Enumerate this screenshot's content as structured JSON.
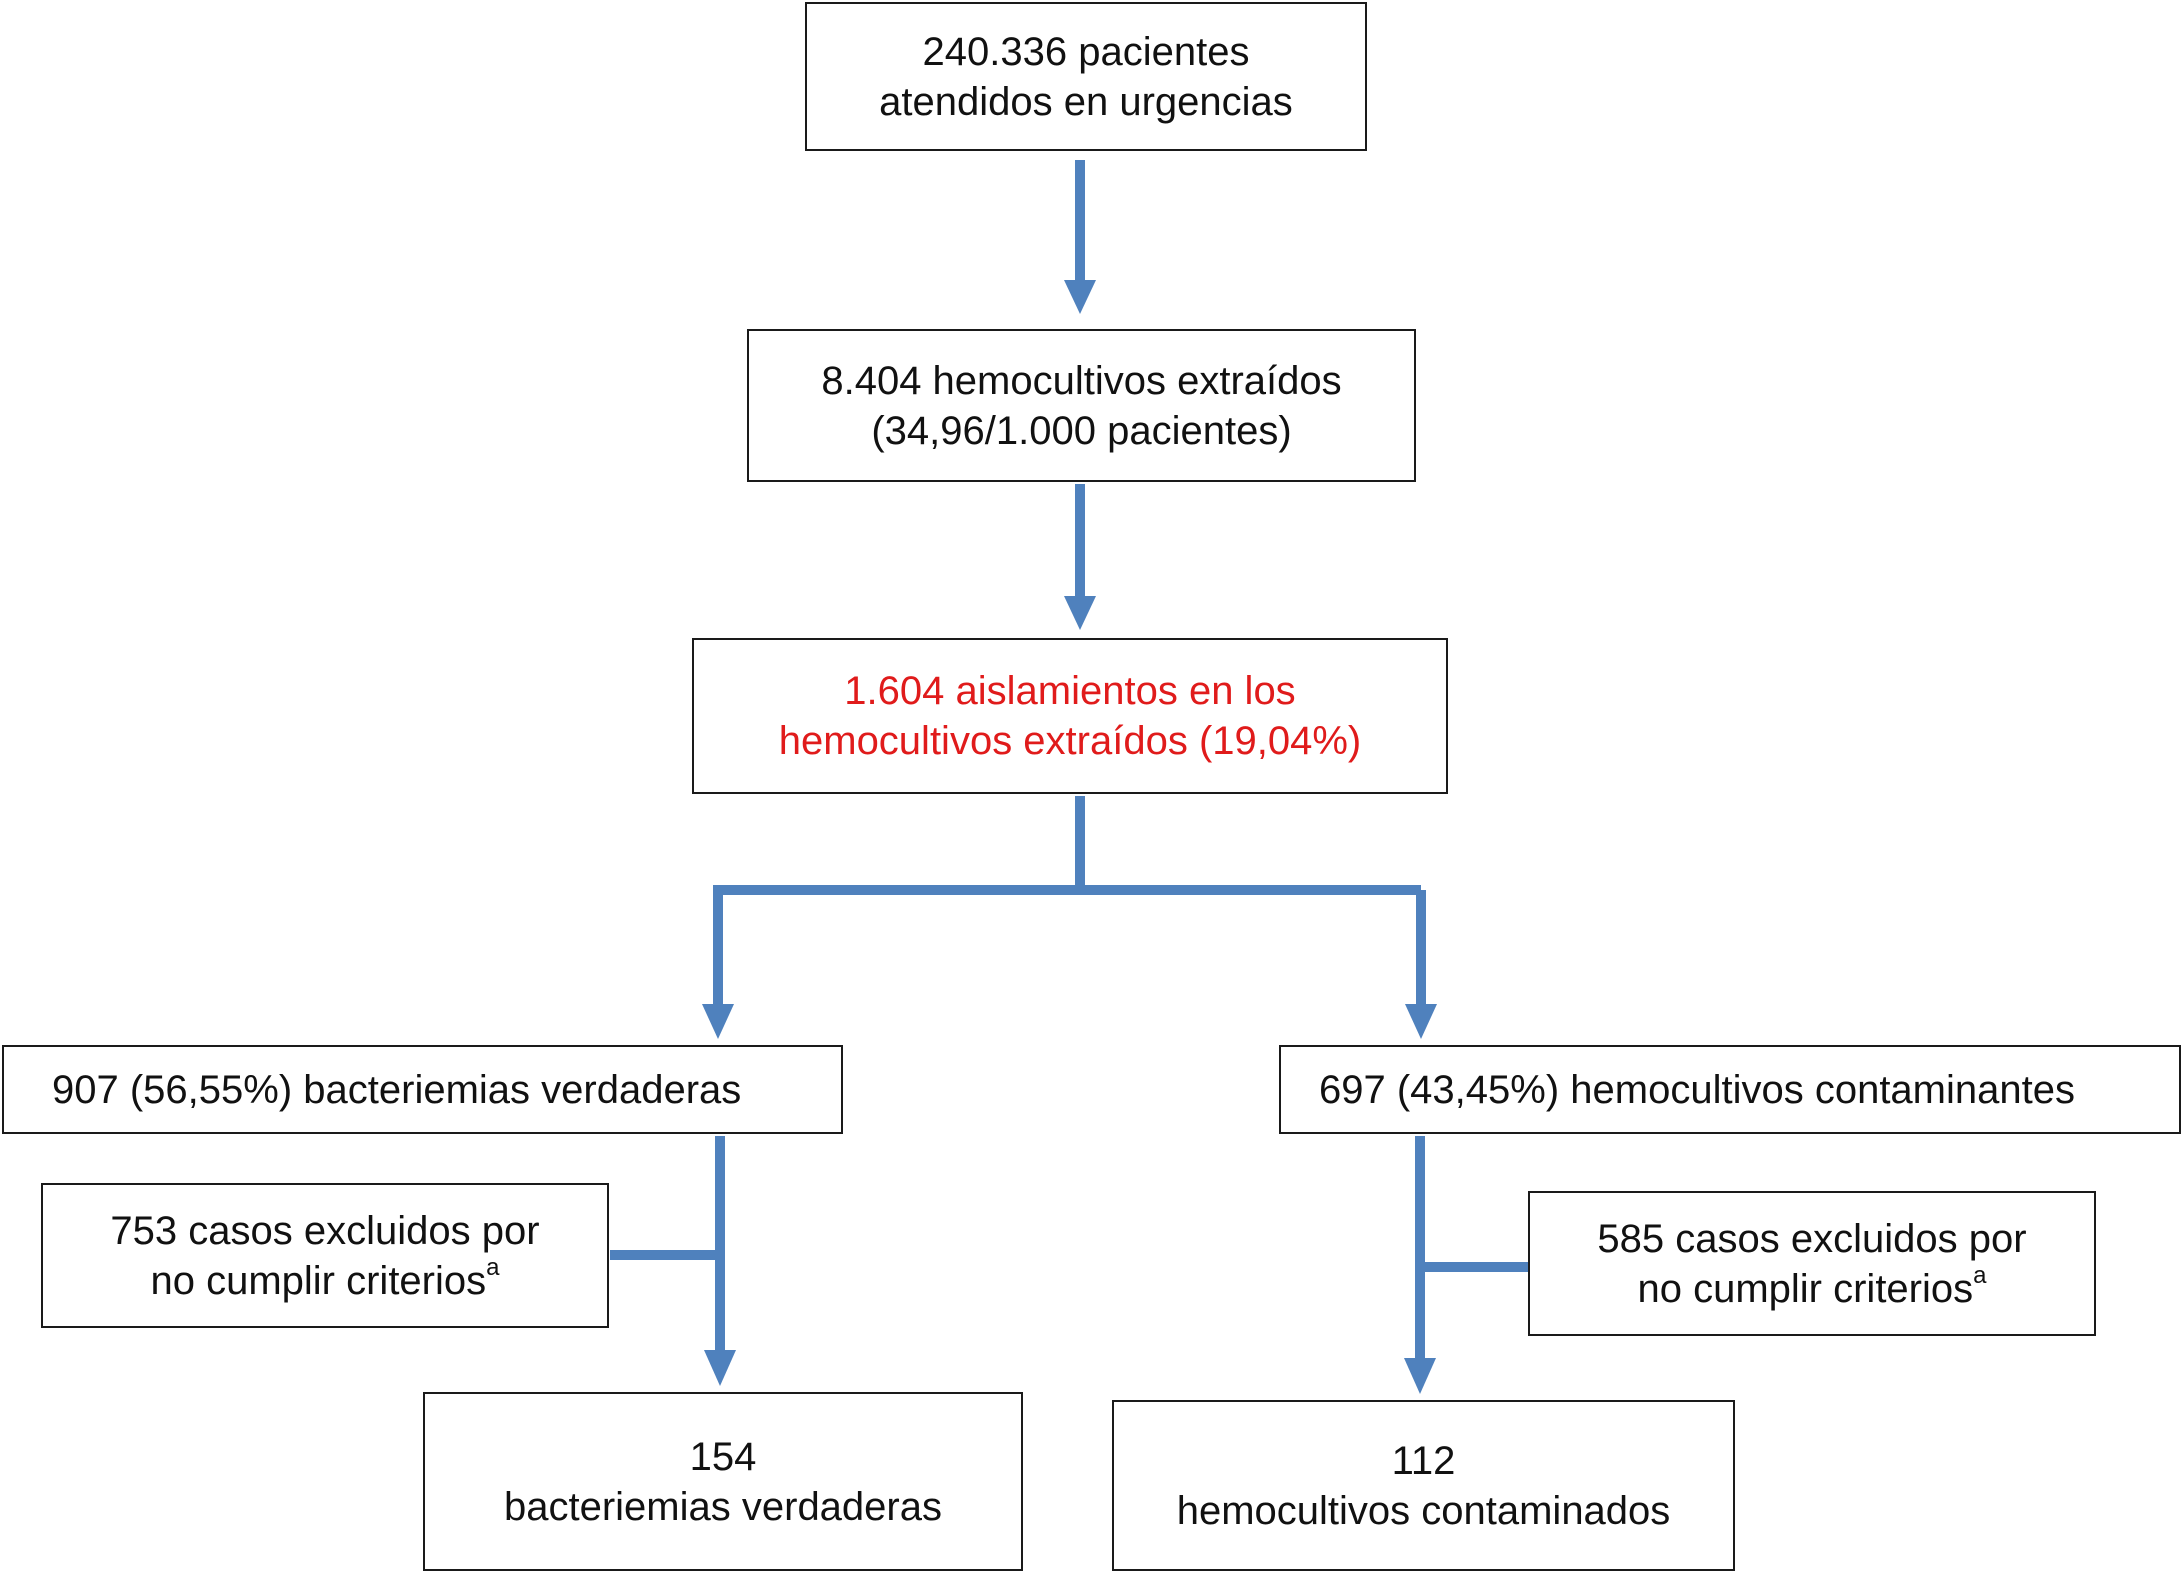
{
  "colors": {
    "connector": "#4f81bd",
    "highlight_text": "#e01b1b",
    "border": "#1a1a1a"
  },
  "boxes": {
    "patients": {
      "line1": "240.336 pacientes",
      "line2": "atendidos en urgencias"
    },
    "cultures": {
      "line1": "8.404 hemocultivos extraídos",
      "line2": "(34,96/1.000 pacientes)"
    },
    "isolates": {
      "line1": "1.604 aislamientos en los",
      "line2": "hemocultivos extraídos (19,04%)"
    },
    "true_bacteremia": {
      "text": "907 (56,55%) bacteriemias verdaderas"
    },
    "contaminants": {
      "text": "697 (43,45%) hemocultivos contaminantes"
    },
    "excluded_left": {
      "line1": "753 casos excluidos por",
      "line2": "no cumplir criterios",
      "footnote": "a"
    },
    "excluded_right": {
      "line1": "585 casos excluidos por",
      "line2": "no cumplir criterios",
      "footnote": "a"
    },
    "final_true": {
      "line1": "154",
      "line2": "bacteriemias verdaderas"
    },
    "final_contam": {
      "line1": "112",
      "line2": "hemocultivos contaminados"
    }
  }
}
